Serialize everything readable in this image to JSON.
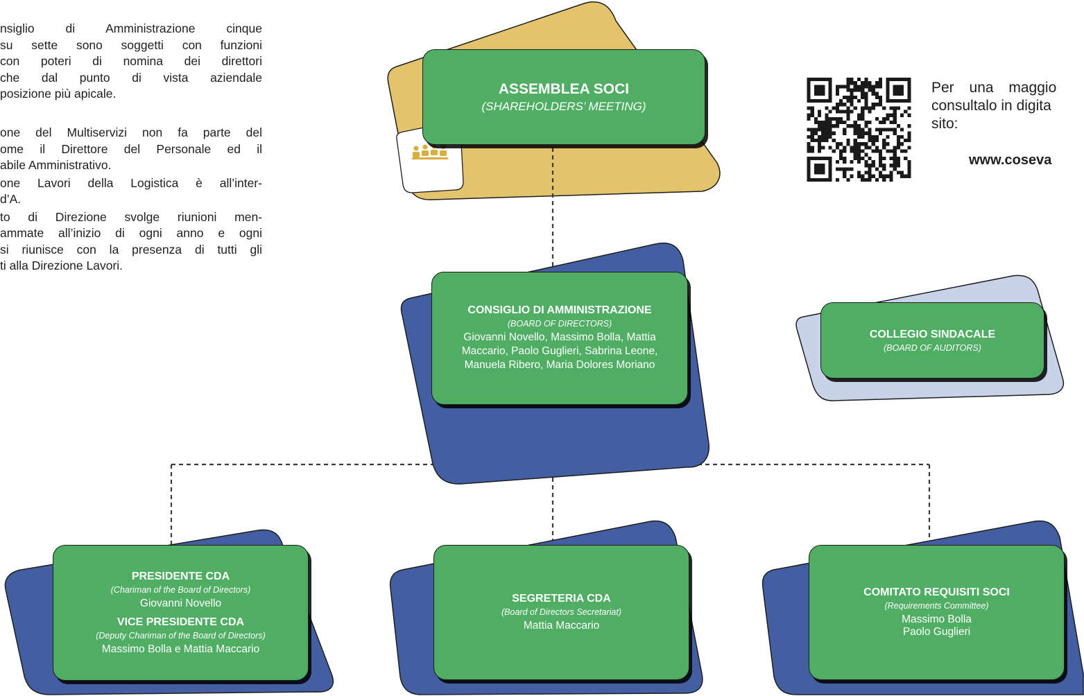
{
  "paragraphs": [
    {
      "lines": [
        "nsiglio di Amministrazione cinque",
        "su sette sono soggetti con funzioni",
        "con poteri di nomina dei direttori",
        "che dal punto di vista aziendale",
        "posizione più apicale."
      ]
    },
    {
      "lines": [
        "one del Multiservizi non fa parte del",
        "ome il Direttore del Personale ed il",
        "abile Amministrativo.",
        "one Lavori della Logistica è all’inter-",
        "d’A.",
        "to di Direzione svolge riunioni men-",
        "ammate all’inizio di ogni anno e ogni",
        "si riunisce con la presenza di tutti gli",
        "ti alla Direzione Lavori."
      ]
    }
  ],
  "info": {
    "lines": [
      "Per una maggio",
      "consultalo in digita",
      "sito:"
    ],
    "url": "www.coseva"
  },
  "boxes": {
    "assemblea": {
      "title": "ASSEMBLEA SOCI",
      "subtitle": "(SHAREHOLDERS’ MEETING)"
    },
    "cda": {
      "title": "CONSIGLIO DI AMMINISTRAZIONE",
      "subtitle": "(BOARD OF DIRECTORS)",
      "names": [
        "Giovanni Novello, Massimo Bolla, Mattia",
        "Maccario, Paolo Guglieri, Sabrina Leone,",
        "Manuela Ribero, Maria Dolores Moriano"
      ]
    },
    "collegio": {
      "title": "COLLEGIO SINDACALE",
      "subtitle": "(BOARD OF AUDITORS)"
    },
    "presidente": {
      "title": "PRESIDENTE CDA",
      "subtitle": "(Chariman of the Board of Directors)",
      "name": "Giovanni Novello",
      "title2": "VICE PRESIDENTE CDA",
      "subtitle2": "(Deputy Chariman of the Board of Directors)",
      "name2": "Massimo Bolla e Mattia Maccario"
    },
    "segreteria": {
      "title": "SEGRETERIA CDA",
      "subtitle": "(Board of Directors Secretariat)",
      "name": "Mattia Maccario"
    },
    "comitato": {
      "title": "COMITATO REQUISITI SOCI",
      "subtitle": "(Requirements Committee)",
      "names": [
        "Massimo Bolla",
        "Paolo Guglieri"
      ]
    }
  },
  "colors": {
    "card_green": "#4fae63",
    "shape_gold": "#e3c36b",
    "shape_blue": "#435ea1",
    "shape_lightblue": "#c8d3ea",
    "connector": "#3a3a3a"
  },
  "icons": [
    "people-icon",
    "qr-code"
  ]
}
